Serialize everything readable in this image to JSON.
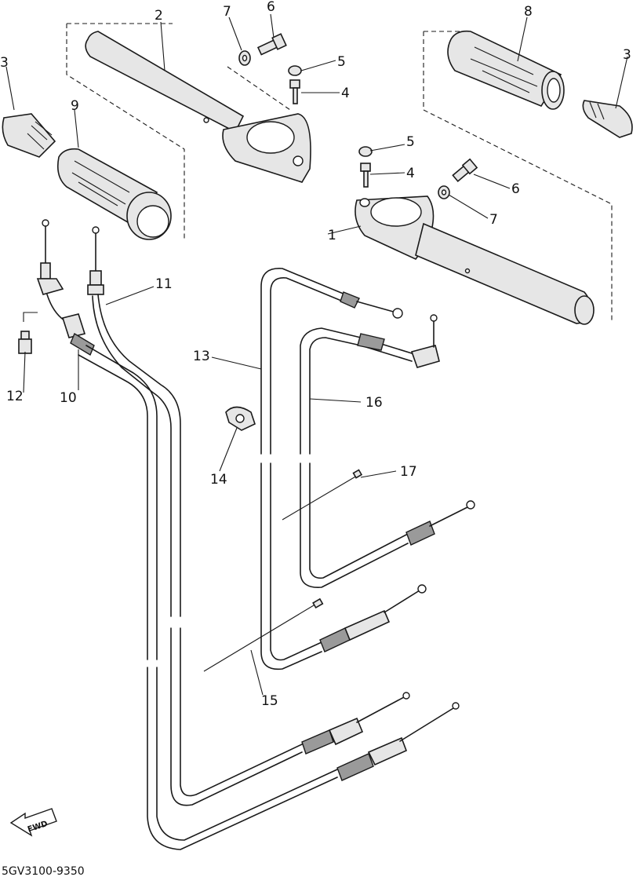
{
  "diagram": {
    "labels": {
      "l1": "1",
      "l2": "2",
      "l3a": "3",
      "l3b": "3",
      "l4a": "4",
      "l4b": "4",
      "l5a": "5",
      "l5b": "5",
      "l6a": "6",
      "l6b": "6",
      "l7a": "7",
      "l7b": "7",
      "l8": "8",
      "l9": "9",
      "l10": "10",
      "l11": "11",
      "l12": "12",
      "l13": "13",
      "l14": "14",
      "l15": "15",
      "l16": "16",
      "l17": "17"
    },
    "fwd_label": "FWD",
    "drawing_code": "5GV3100-9350"
  }
}
